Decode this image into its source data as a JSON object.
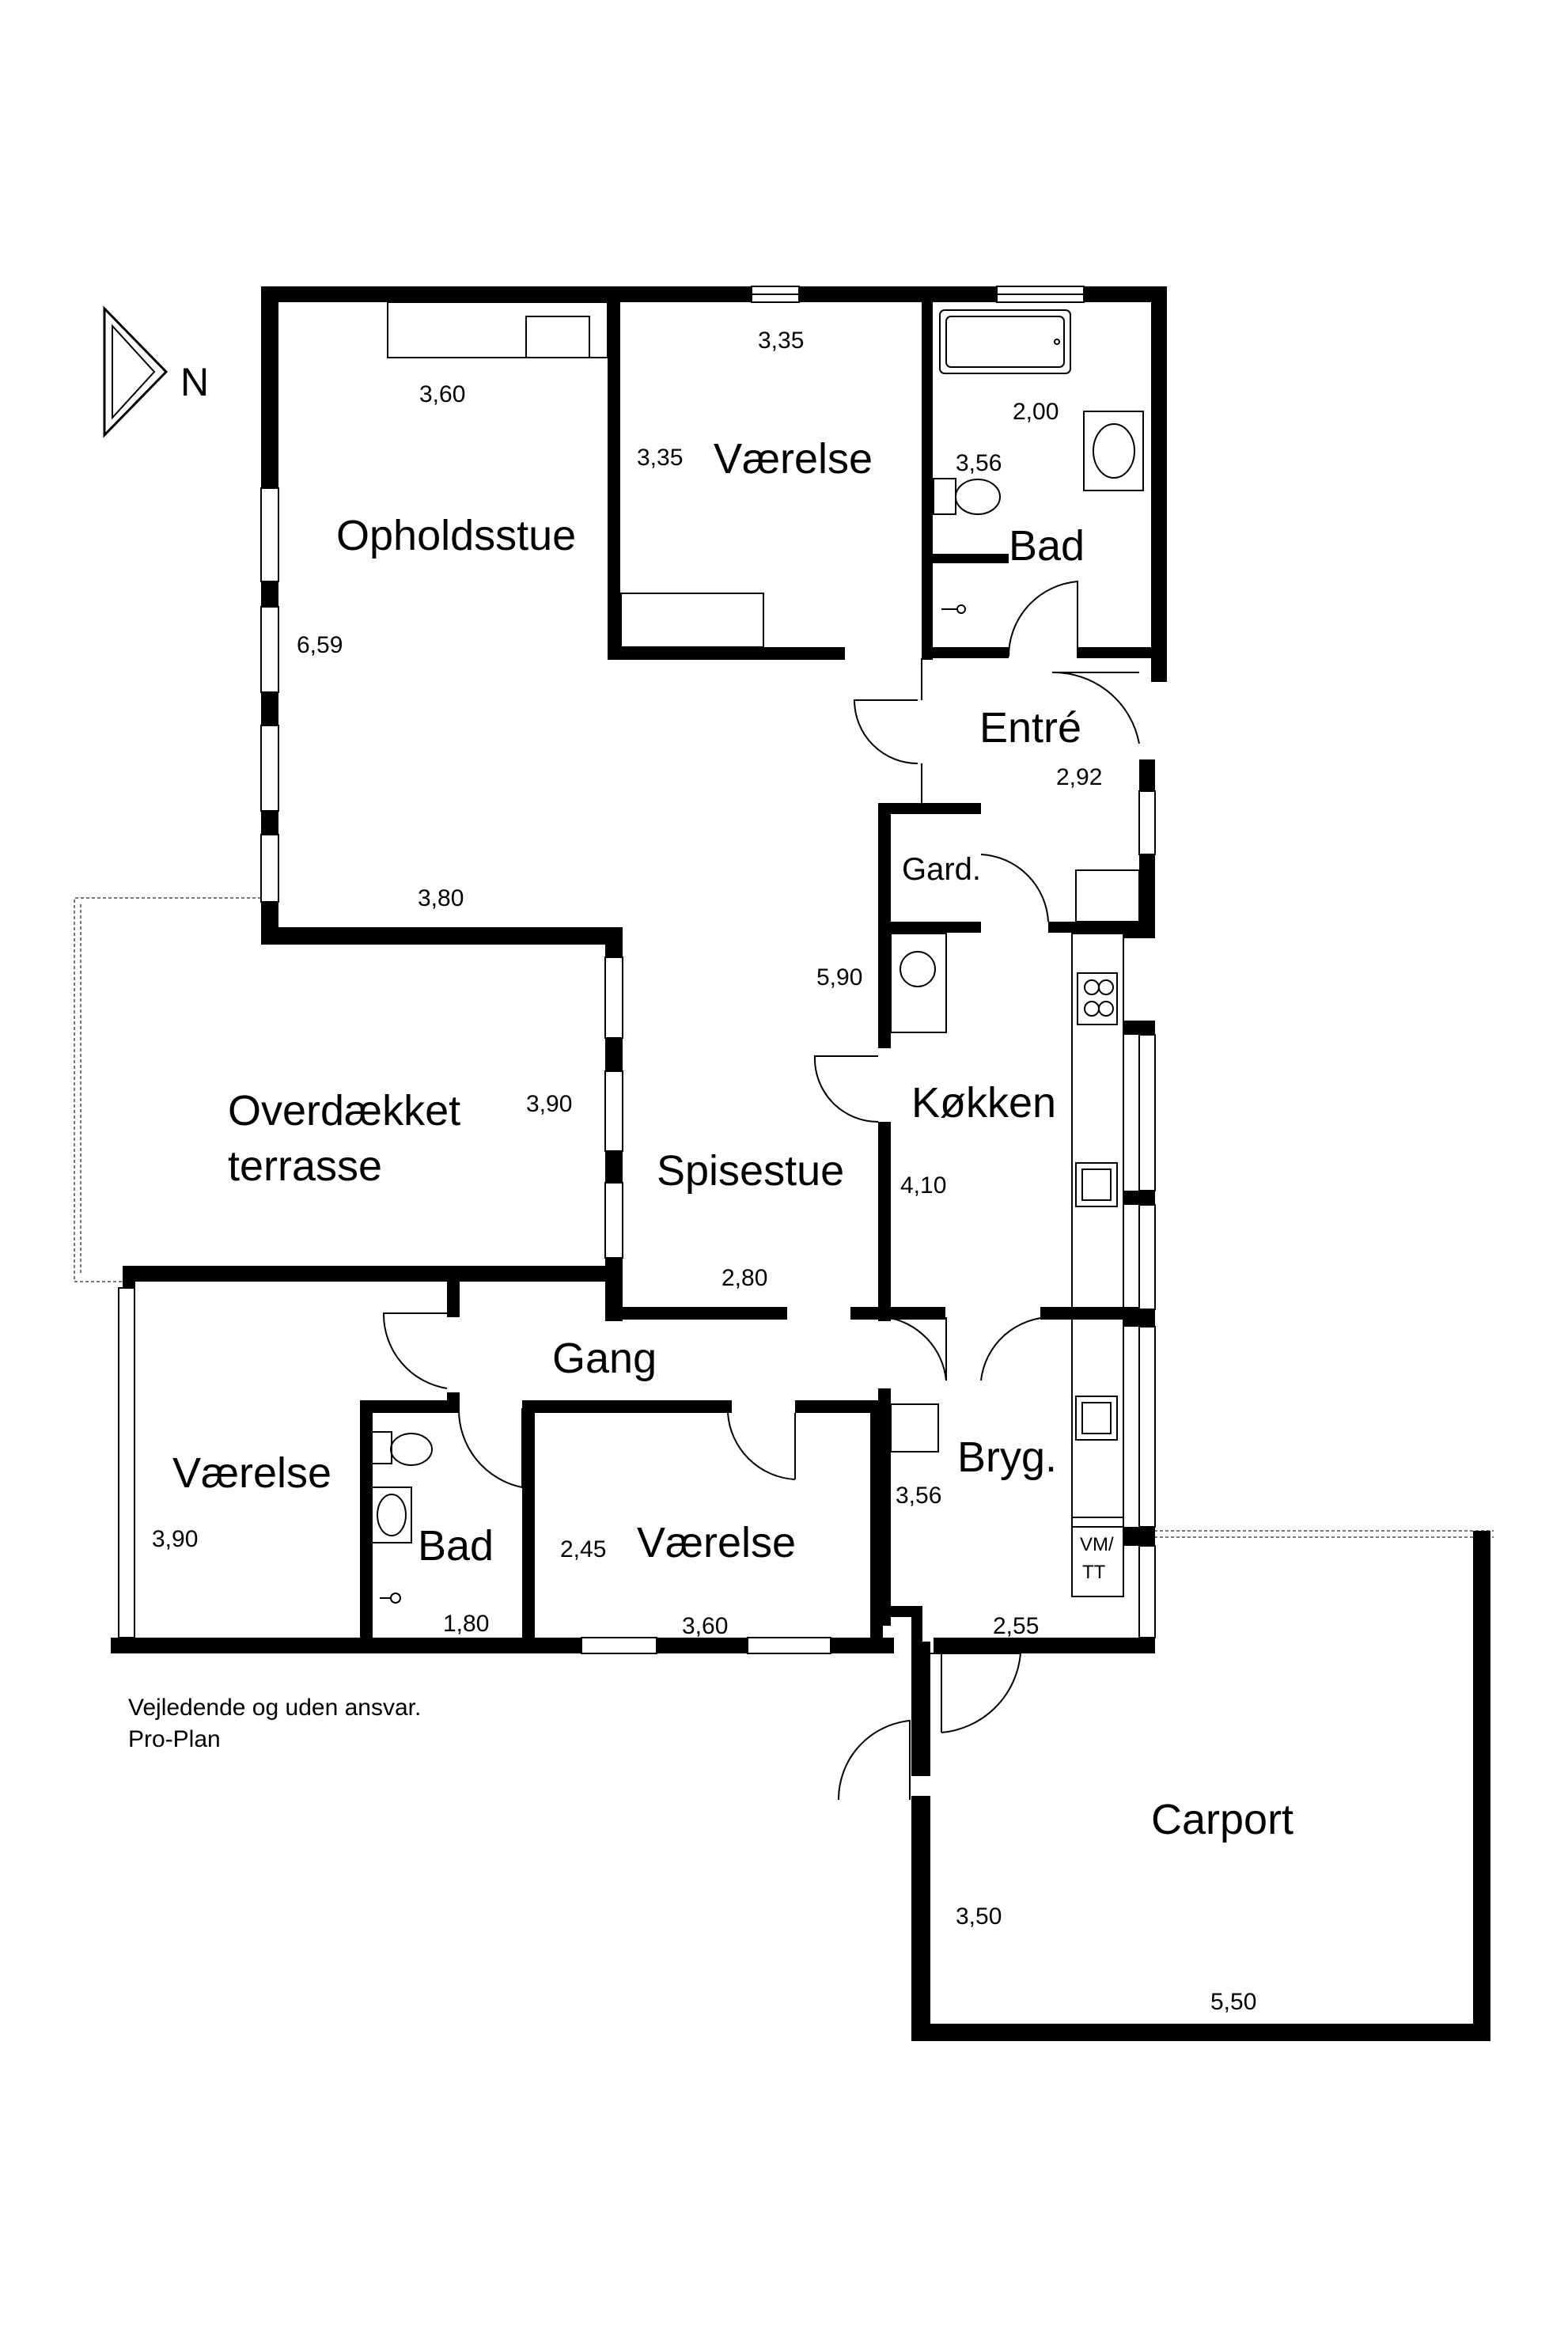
{
  "compass": {
    "label": "N"
  },
  "rooms": {
    "opholdsstue": "Opholdsstue",
    "vaerelse_top": "Værelse",
    "bad_top": "Bad",
    "entre": "Entré",
    "gard": "Gard.",
    "overdaekket_line1": "Overdækket",
    "overdaekket_line2": "terrasse",
    "spisestue": "Spisestue",
    "koekken": "Køkken",
    "gang": "Gang",
    "vaerelse_left": "Værelse",
    "bad_bottom": "Bad",
    "vaerelse_bottom": "Værelse",
    "bryg": "Bryg.",
    "carport": "Carport"
  },
  "dimensions": {
    "ophold_width": "3,60",
    "ophold_length": "6,59",
    "ophold_lower": "3,80",
    "vaer_top_w": "3,35",
    "vaer_top_h": "3,35",
    "bad_top_w": "2,00",
    "bad_top_h": "3,56",
    "entre_w": "2,92",
    "terrasse_h": "3,90",
    "spise_h": "5,90",
    "spise_w": "2,80",
    "koekken_w": "4,10",
    "vaer_left_w": "3,90",
    "bad_bot_w": "1,80",
    "vaer_bot_h": "2,45",
    "vaer_bot_w": "3,60",
    "bryg_h": "3,56",
    "bryg_w": "2,55",
    "carport_h": "3,50",
    "carport_w": "5,50"
  },
  "appliance": {
    "line1": "VM/",
    "line2": "TT"
  },
  "disclaimer": {
    "line1": "Vejledende og uden ansvar.",
    "line2": "Pro-Plan"
  }
}
